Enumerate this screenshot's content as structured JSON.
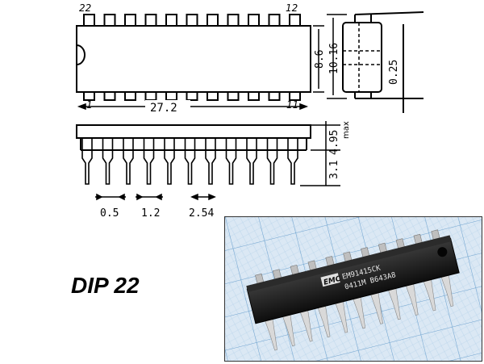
{
  "drawing": {
    "pin_22": "22",
    "pin_12": "12",
    "pin_1": "1",
    "pin_11": "11",
    "dim_width_1": "8.6",
    "dim_width_2": "10.16",
    "dim_lead_thickness": "0.25",
    "dim_length": "27.2",
    "dim_height": "4.95",
    "dim_height_note": "max",
    "dim_lead_length": "3.1",
    "dim_lead_width": "0.5",
    "dim_lead_shoulder": "1.2",
    "dim_pitch": "2.54"
  },
  "package_title": "DIP 22",
  "photo": {
    "chip_logo": "EMC",
    "chip_line1": "EM91415CK",
    "chip_line2": "0411M B643A8"
  },
  "colors": {
    "line": "#000000",
    "grid": "#9ec3e3",
    "grid_bg": "#dbe8f4",
    "chip_body": "#141414",
    "pin_metal": "#d9d9d9"
  }
}
